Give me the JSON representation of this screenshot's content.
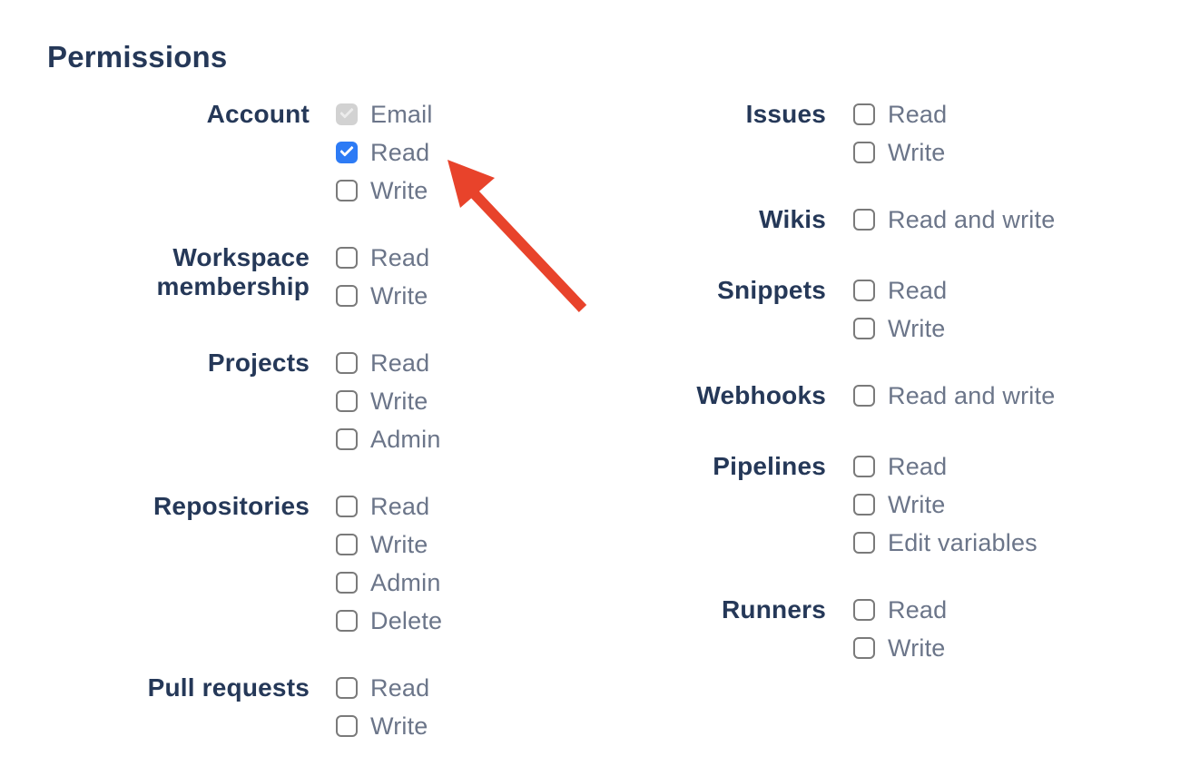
{
  "heading": {
    "text": "Permissions"
  },
  "colors": {
    "background": "#ffffff",
    "heading_text": "#253858",
    "group_label_text": "#253858",
    "option_label_text": "#6b7589",
    "checkbox_border": "#7a7a7a",
    "checkbox_checked_fill": "#2d7bf5",
    "checkbox_checkmark": "#ffffff",
    "checkbox_disabled_fill": "#d2d2d2",
    "checkbox_disabled_checkmark": "#ececec",
    "arrow": "#e8432b"
  },
  "columns": [
    {
      "groups": [
        {
          "label": "Account",
          "options": [
            {
              "label": "Email",
              "state": "checked_disabled"
            },
            {
              "label": "Read",
              "state": "checked"
            },
            {
              "label": "Write",
              "state": "unchecked"
            }
          ]
        },
        {
          "label": "Workspace membership",
          "options": [
            {
              "label": "Read",
              "state": "unchecked"
            },
            {
              "label": "Write",
              "state": "unchecked"
            }
          ]
        },
        {
          "label": "Projects",
          "options": [
            {
              "label": "Read",
              "state": "unchecked"
            },
            {
              "label": "Write",
              "state": "unchecked"
            },
            {
              "label": "Admin",
              "state": "unchecked"
            }
          ]
        },
        {
          "label": "Repositories",
          "options": [
            {
              "label": "Read",
              "state": "unchecked"
            },
            {
              "label": "Write",
              "state": "unchecked"
            },
            {
              "label": "Admin",
              "state": "unchecked"
            },
            {
              "label": "Delete",
              "state": "unchecked"
            }
          ]
        },
        {
          "label": "Pull requests",
          "options": [
            {
              "label": "Read",
              "state": "unchecked"
            },
            {
              "label": "Write",
              "state": "unchecked"
            }
          ]
        }
      ]
    },
    {
      "groups": [
        {
          "label": "Issues",
          "options": [
            {
              "label": "Read",
              "state": "unchecked"
            },
            {
              "label": "Write",
              "state": "unchecked"
            }
          ]
        },
        {
          "label": "Wikis",
          "options": [
            {
              "label": "Read and write",
              "state": "unchecked"
            }
          ]
        },
        {
          "label": "Snippets",
          "options": [
            {
              "label": "Read",
              "state": "unchecked"
            },
            {
              "label": "Write",
              "state": "unchecked"
            }
          ]
        },
        {
          "label": "Webhooks",
          "options": [
            {
              "label": "Read and write",
              "state": "unchecked"
            }
          ]
        },
        {
          "label": "Pipelines",
          "options": [
            {
              "label": "Read",
              "state": "unchecked"
            },
            {
              "label": "Write",
              "state": "unchecked"
            },
            {
              "label": "Edit variables",
              "state": "unchecked"
            }
          ]
        },
        {
          "label": "Runners",
          "options": [
            {
              "label": "Read",
              "state": "unchecked"
            },
            {
              "label": "Write",
              "state": "unchecked"
            }
          ]
        }
      ]
    }
  ],
  "annotation": {
    "type": "arrow",
    "color": "#e8432b",
    "points_to": "Account Read checkbox"
  }
}
